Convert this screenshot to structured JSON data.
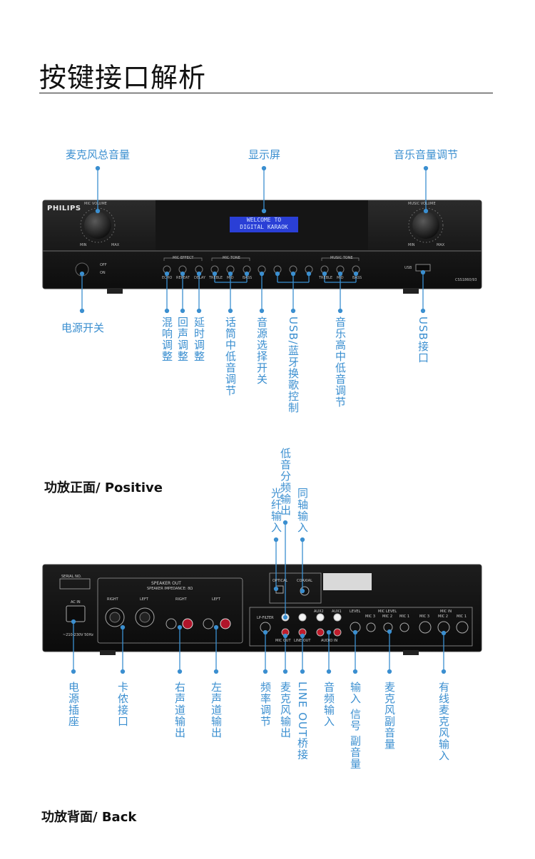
{
  "page_title": "按键接口解析",
  "section_front": "功放正面/ Positive",
  "section_back": "功放背面/ Back",
  "front_callouts_top": {
    "mic_master": "麦克风总音量",
    "display": "显示屏",
    "music_volume": "音乐音量调节"
  },
  "front_callouts_bottom": {
    "power": "电源开关",
    "reverb": "混响调整",
    "echo": "回声调整",
    "delay": "延时调整",
    "mic_tone": "话筒中低音调节",
    "source": "音源选择开关",
    "usb_bt": "USB/蓝牙换歌控制",
    "music_tone": "音乐高中低音调节",
    "usb_port": "USB接口"
  },
  "back_callouts_top": {
    "optical": "光纤输入",
    "subwoofer": "低音分频输出",
    "coaxial": "同轴输入"
  },
  "back_callouts_bottom": {
    "ac_socket": "电源插座",
    "speakon": "卡侬接口",
    "right_out": "右声道输出",
    "left_out": "左声道输出",
    "freq_adjust": "频率调节",
    "mic_out": "麦克风输出",
    "line_out": "LINE OUT桥接",
    "audio_in": "音频输入",
    "input_level": "输入 信号 副音量",
    "mic_sub_volume": "麦克风副音量",
    "wired_mic": "有线麦克风输入"
  },
  "device_front": {
    "brand": "PHILIPS",
    "mic_volume_label": "MIC VOLUME",
    "music_volume_label": "MUSIC VOLUME",
    "min": "MIN",
    "max": "MAX",
    "lcd_line1": "WELCOME TO",
    "lcd_line2": "DIGITAL KARAOK",
    "off": "OFF",
    "on": "ON",
    "mic_effect": "MIC EFFECT",
    "mic_tone": "MIC TONE",
    "music_tone": "MUSIC TONE",
    "echo": "ECHO",
    "repeat": "REPEAT",
    "delay": "DELAY",
    "treble": "TREBLE",
    "mid": "MID",
    "bass": "BASS",
    "usb": "USB",
    "model": "CSS1860/93"
  },
  "device_back": {
    "serial": "SERIAL NO.",
    "speaker_out": "SPEAKER OUT",
    "impedance": "SPEAKER IMPEDANCE: 8Ω",
    "right": "RIGHT",
    "left": "LEFT",
    "ac_in": "AC IN",
    "voltage": "~210-230V 50Hz",
    "optical": "OPTICAL",
    "coaxial": "COAXIAL",
    "lp_filter": "LP-FILTER",
    "mic_out": "MIC OUT",
    "line_out": "LINE OUT",
    "aux2": "AUX2",
    "aux1": "AUX1",
    "audio_in": "AUDIO IN",
    "level": "LEVEL",
    "mic_level": "MIC LEVEL",
    "mic_in": "MIC IN",
    "mic3": "MIC 3",
    "mic2": "MIC 2",
    "mic1": "MIC 1"
  },
  "colors": {
    "accent": "#3b8fd0",
    "device": "#1a1a1a",
    "lcd": "#2a3fd6"
  }
}
